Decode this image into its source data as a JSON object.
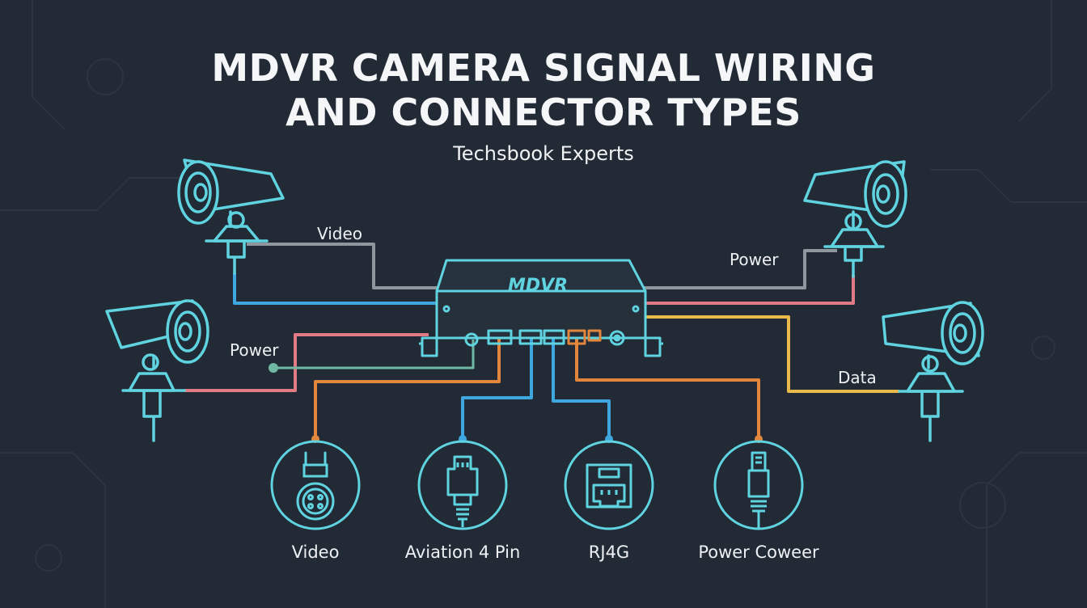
{
  "title": {
    "line1": "MDVR CAMERA SIGNAL WIRING",
    "line2": "AND CONNECTOR TYPES"
  },
  "subtitle": "Techsbook Experts",
  "device": {
    "label": "MDVR"
  },
  "wire_labels": {
    "top_left": "Video",
    "left": "Power",
    "top_right": "Power",
    "right": "Data"
  },
  "connectors": [
    {
      "label": "Video",
      "icon": "video-connector-icon"
    },
    {
      "label": "Aviation 4 Pin",
      "icon": "aviation-connector-icon"
    },
    {
      "label": "RJ4G",
      "icon": "rj45-connector-icon"
    },
    {
      "label": "Power Coweer",
      "icon": "usb-connector-icon"
    }
  ],
  "colors": {
    "background": "#222a35",
    "outline": "#5fd3e0",
    "video_wire": "#8f969e",
    "blue_wire": "#3ea7e0",
    "red_wire": "#e27a86",
    "orange_wire": "#e3863c",
    "yellow_wire": "#e9b94c"
  }
}
